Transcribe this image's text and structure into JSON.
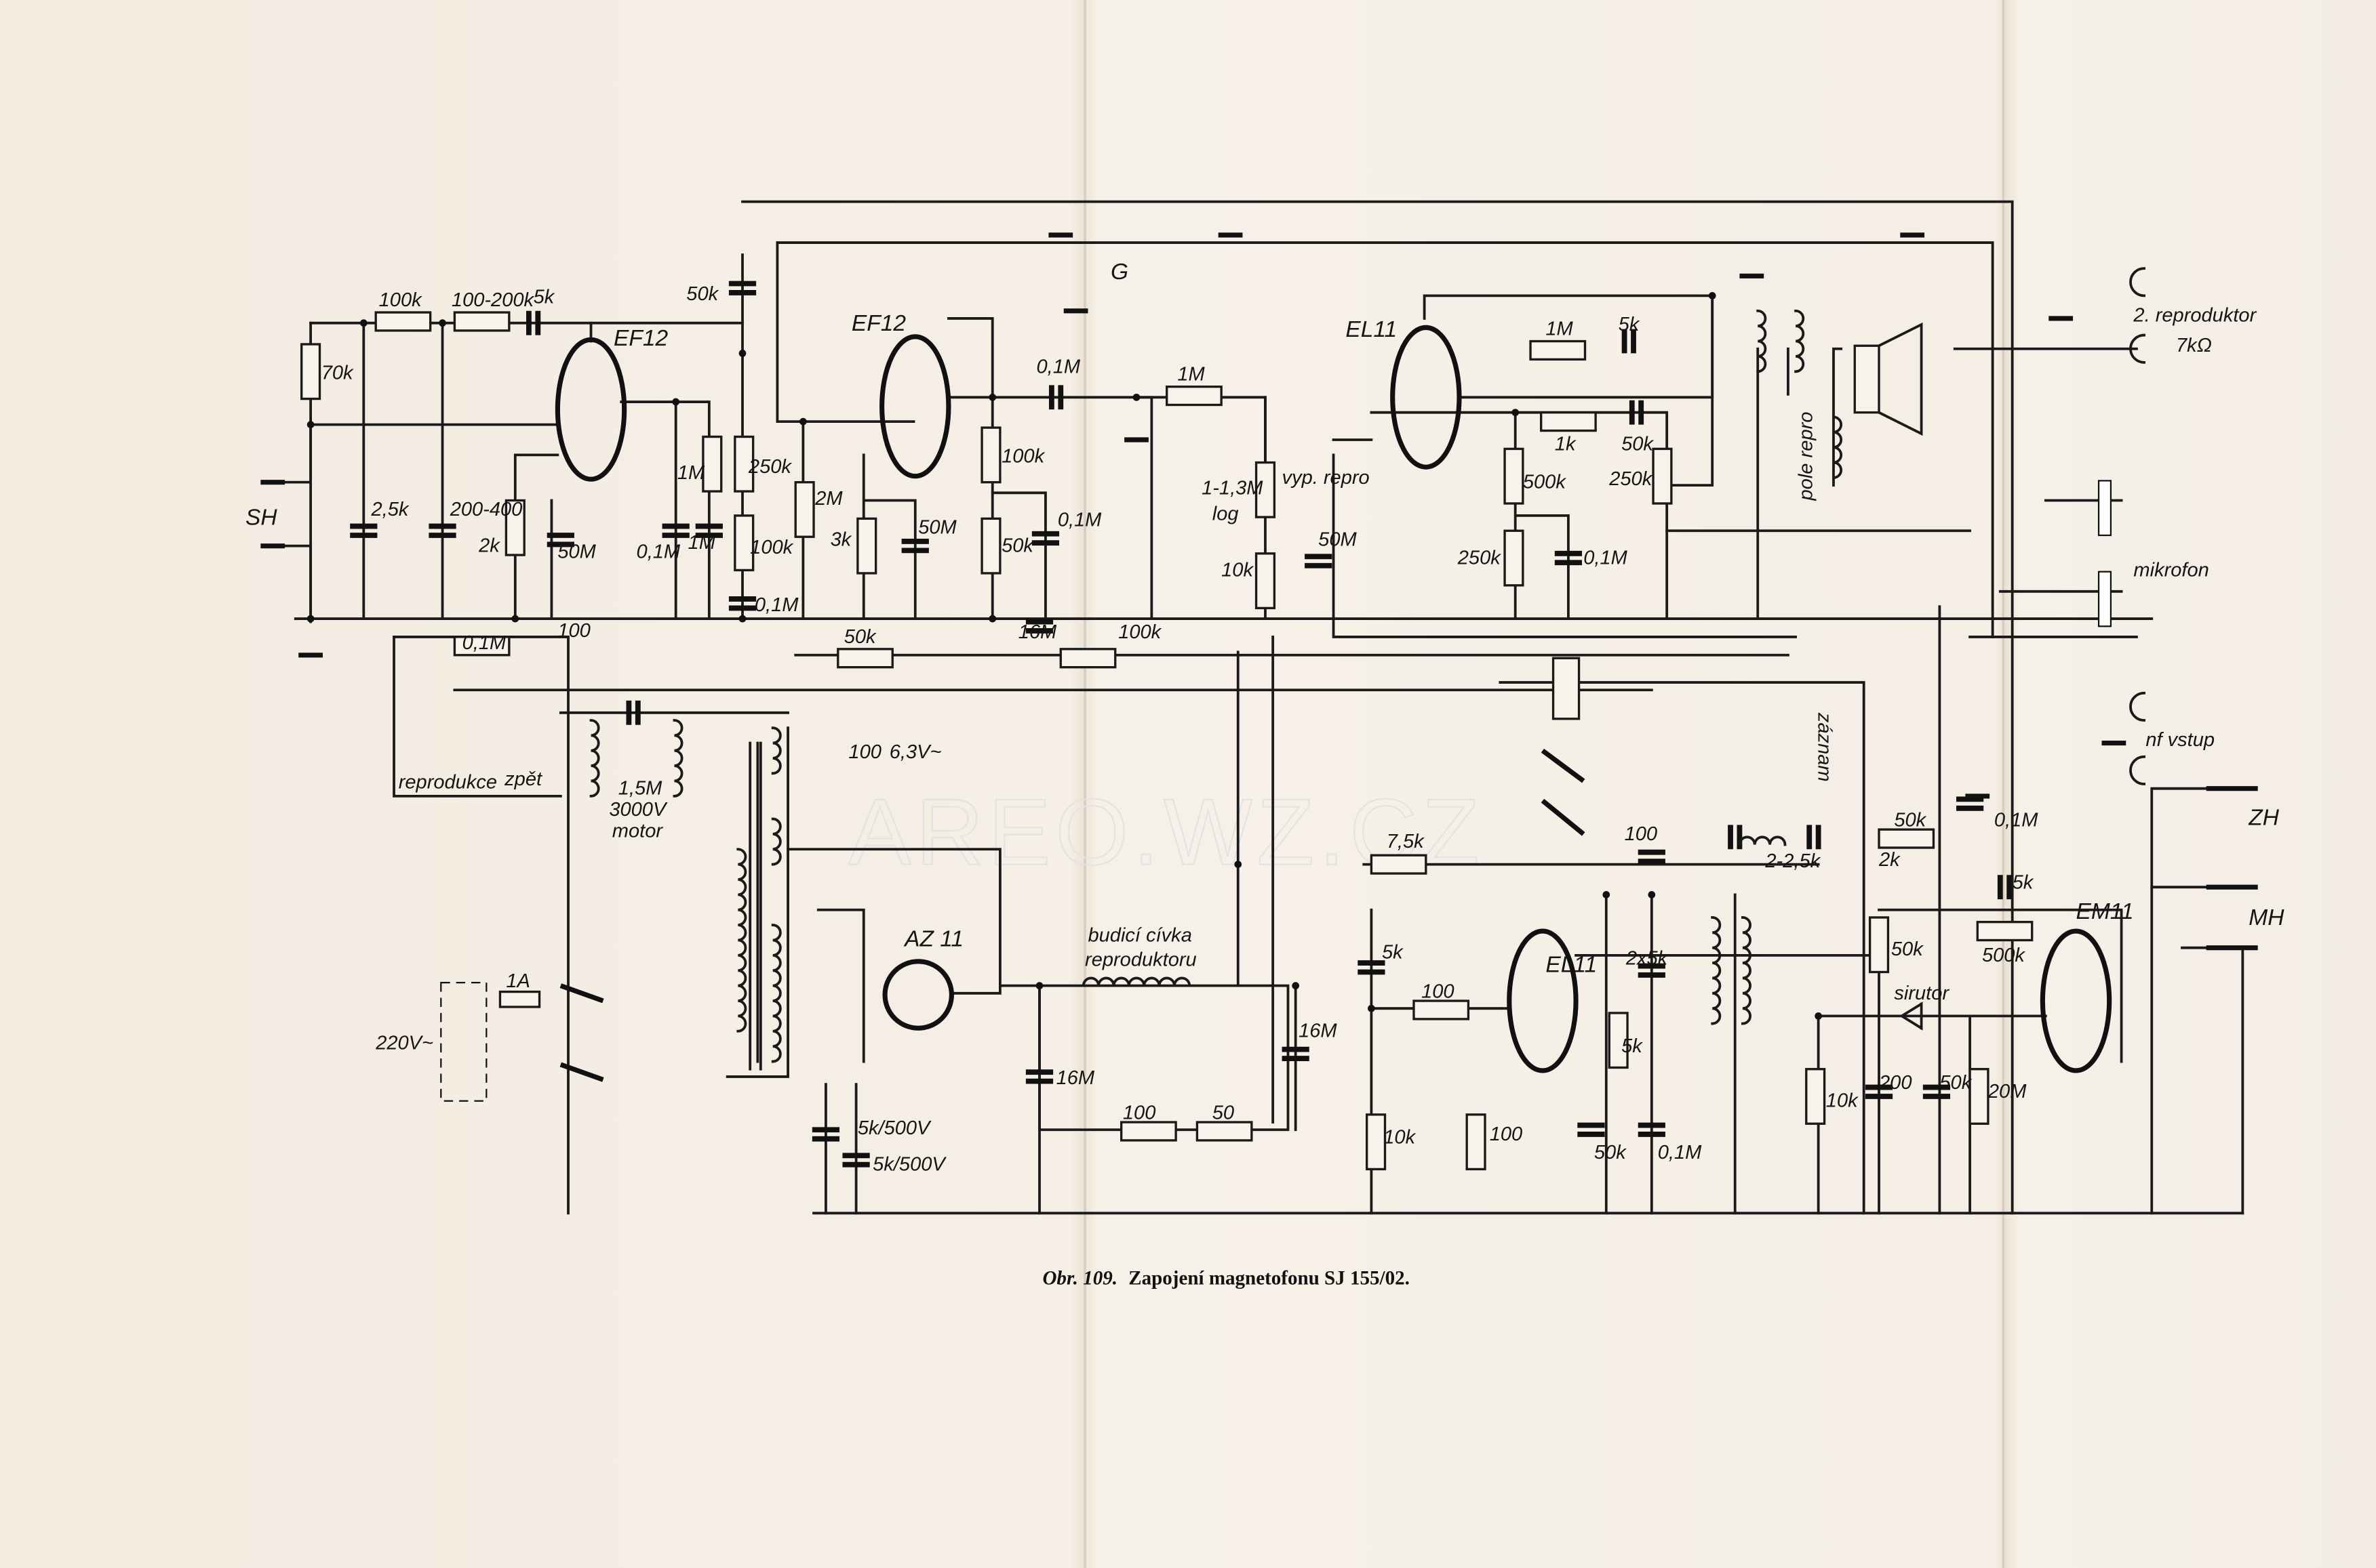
{
  "caption": {
    "figure": "Obr. 109.",
    "text": "Zapojení magnetofonu SJ 155/02."
  },
  "watermark": "AREO.WZ.CZ",
  "tubes": [
    "EF12",
    "EF12",
    "EL11",
    "EL11",
    "AZ 11",
    "EM11"
  ],
  "connectors": {
    "sh": "SH",
    "g": "G",
    "second_speaker": "2. reproduktor",
    "second_speaker_impedance": "7kΩ",
    "microphone": "mikrofon",
    "nf_input": "nf vstup",
    "zh": "ZH",
    "mh": "MH",
    "mains": "220V~",
    "fuse": "1A"
  },
  "notes": {
    "playback": "reprodukce",
    "rewind": "zpět",
    "motor_cap": "1,5M",
    "motor_voltage": "3000V",
    "motor": "motor",
    "heater_pot": "100",
    "heater_voltage": "6,3V~",
    "record": "záznam",
    "volume_pot": "1-1,3M",
    "volume_log": "log",
    "speaker_switch": "vyp. repro",
    "field_coil_1": "budicí cívka",
    "field_coil_2": "reproduktoru",
    "pole_repro": "pole repro",
    "rectifier": "sirutor"
  },
  "values": {
    "stage1": [
      "70k",
      "100k",
      "100-200k",
      "5k",
      "50k",
      "2,5k",
      "200-400",
      "2k",
      "50M",
      "0,1M",
      "1M",
      "1M",
      "250k",
      "100k",
      "0,1M"
    ],
    "stage2": [
      "2M",
      "3k",
      "50M",
      "100k",
      "50k",
      "0,1M",
      "0,1M",
      "1M"
    ],
    "output": [
      "10k",
      "50M",
      "1M",
      "5k",
      "1k",
      "50k",
      "500k",
      "250k",
      "250k",
      "0,1M"
    ],
    "bus": [
      "0,1M",
      "100",
      "50k",
      "16M",
      "100k"
    ],
    "power": [
      "16M",
      "16M",
      "5k/500V",
      "5k/500V",
      "100",
      "50"
    ],
    "oscillator": [
      "7,5k",
      "100",
      "2-2,5k",
      "50k",
      "2k",
      "0,1M",
      "5k",
      "5k",
      "100",
      "2x5k",
      "5k",
      "10k",
      "100",
      "50k",
      "0,1M"
    ],
    "indicator": [
      "50k",
      "500k",
      "10k",
      "200",
      "50k",
      "20M"
    ]
  }
}
